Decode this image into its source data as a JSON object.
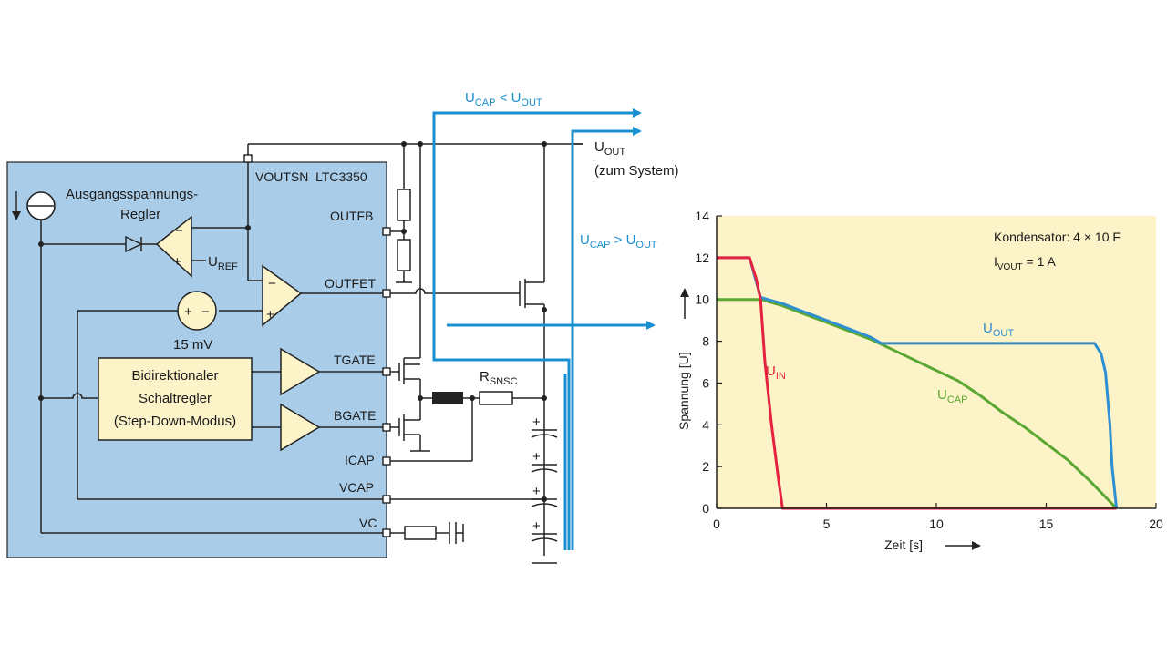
{
  "colors": {
    "chip_fill": "#a9cde9",
    "block_fill": "#fdf3c9",
    "plot_bg": "#fdf3c9",
    "signal_blue": "#1a8fd0",
    "uout_color": "#2f8fd3",
    "uin_color": "#e5223f",
    "ucap_color": "#5aa832"
  },
  "circuit": {
    "chip_label": "VOUTSN  LTC3350",
    "regulator_label_1": "Ausgangsspannungs-",
    "regulator_label_2": "Regler",
    "uref": "U",
    "uref_sub": "REF",
    "offset_voltage": "15 mV",
    "switch_reg_1": "Bidirektionaler",
    "switch_reg_2": "Schaltregler",
    "switch_reg_3": "(Step-Down-Modus)",
    "pins": {
      "outfb": "OUTFB",
      "outfet": "OUTFET",
      "tgate": "TGATE",
      "bgate": "BGATE",
      "icap": "ICAP",
      "vcap": "VCAP",
      "vc": "VC"
    },
    "rsnsc": "R",
    "rsnsc_sub": "SNSC",
    "uout_label": "U",
    "uout_sub": "OUT",
    "uout_note": "(zum System)",
    "path1_a": "U",
    "path1_a_sub": "CAP",
    "path1_op": " < ",
    "path1_b": "U",
    "path1_b_sub": "OUT",
    "path2_a": "U",
    "path2_a_sub": "CAP",
    "path2_op": " > ",
    "path2_b": "U",
    "path2_b_sub": "OUT"
  },
  "chart_data": {
    "type": "line",
    "xlabel": "Zeit [s]",
    "ylabel": "Spannung [U]",
    "xlim": [
      0,
      20
    ],
    "ylim": [
      0,
      14
    ],
    "xticks": [
      0,
      5,
      10,
      15,
      20
    ],
    "yticks": [
      0,
      2,
      4,
      6,
      8,
      10,
      12,
      14
    ],
    "grid": false,
    "annotation_1": "Kondensator: 4 × 10 F",
    "annotation_2a": "I",
    "annotation_2_sub": "VOUT",
    "annotation_2b": " = 1 A",
    "series": [
      {
        "name": "U",
        "sub": "OUT",
        "x": [
          0,
          1.5,
          2.0,
          3,
          4,
          5,
          6,
          7,
          7.5,
          10,
          12,
          14,
          16,
          17.2,
          17.5,
          17.7,
          17.9,
          18.0,
          18.2
        ],
        "y": [
          12,
          12,
          10.1,
          9.8,
          9.4,
          9.0,
          8.6,
          8.2,
          7.9,
          7.9,
          7.9,
          7.9,
          7.9,
          7.9,
          7.4,
          6.5,
          4.0,
          2.0,
          0
        ]
      },
      {
        "name": "U",
        "sub": "IN",
        "x": [
          0,
          1.5,
          1.8,
          2.0,
          2.2,
          2.5,
          2.8,
          3.0,
          4,
          6,
          8,
          10,
          12,
          14,
          16,
          18.2
        ],
        "y": [
          12,
          12,
          11,
          10.0,
          7,
          4,
          1.5,
          0,
          0,
          0,
          0,
          0,
          0,
          0,
          0,
          0
        ]
      },
      {
        "name": "U",
        "sub": "CAP",
        "x": [
          0,
          1.5,
          2,
          3,
          4,
          5,
          6,
          7,
          8,
          9,
          10,
          11,
          12,
          13,
          14,
          15,
          16,
          17,
          18.2
        ],
        "y": [
          10,
          10,
          10,
          9.7,
          9.3,
          8.9,
          8.5,
          8.1,
          7.6,
          7.1,
          6.6,
          6.1,
          5.4,
          4.6,
          3.9,
          3.1,
          2.3,
          1.3,
          0
        ]
      }
    ]
  }
}
